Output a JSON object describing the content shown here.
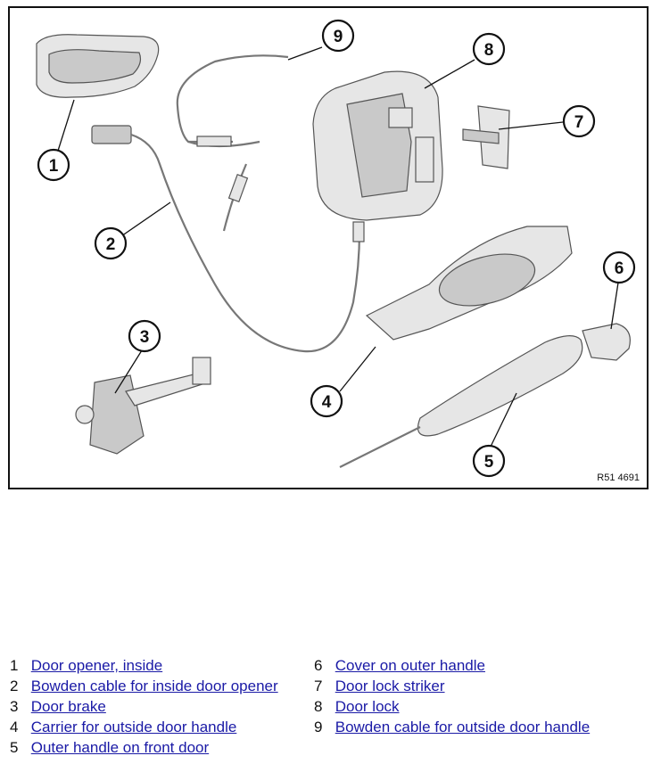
{
  "figure": {
    "reference_code": "R51 4691",
    "callouts": [
      "1",
      "2",
      "3",
      "4",
      "5",
      "6",
      "7",
      "8",
      "9"
    ]
  },
  "legend": {
    "items": [
      {
        "num": "1",
        "label": "Door opener, inside"
      },
      {
        "num": "2",
        "label": "Bowden cable for inside door opener"
      },
      {
        "num": "3",
        "label": "Door brake"
      },
      {
        "num": "4",
        "label": "Carrier for outside door handle"
      },
      {
        "num": "5",
        "label": "Outer handle on front door"
      },
      {
        "num": "6",
        "label": "Cover on outer handle"
      },
      {
        "num": "7",
        "label": "Door lock striker"
      },
      {
        "num": "8",
        "label": "Door lock"
      },
      {
        "num": "9",
        "label": "Bowden cable for outside door handle"
      }
    ]
  },
  "colors": {
    "link": "#1a1aa6",
    "outline": "#111111"
  }
}
